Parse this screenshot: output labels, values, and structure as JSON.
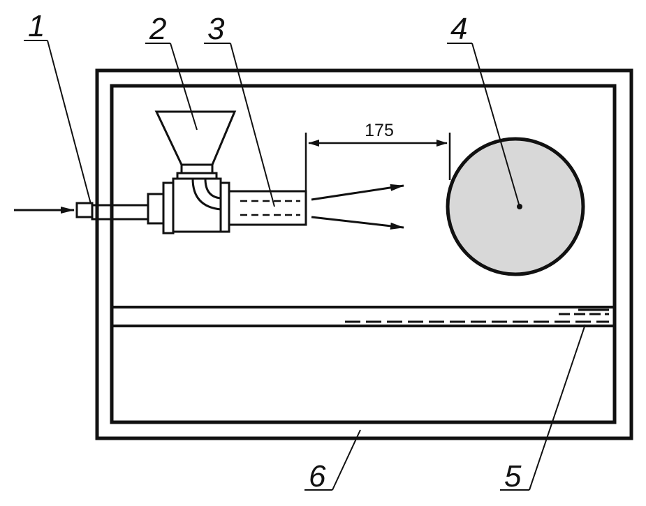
{
  "labels": {
    "nozzle": "1",
    "hopper": "2",
    "barrel": "3",
    "target": "4",
    "rail": "5",
    "enclosure": "6"
  },
  "dimension": "175",
  "colors": {
    "line": "#111111",
    "target_fill": "#d8d8d8",
    "background": "#ffffff"
  }
}
